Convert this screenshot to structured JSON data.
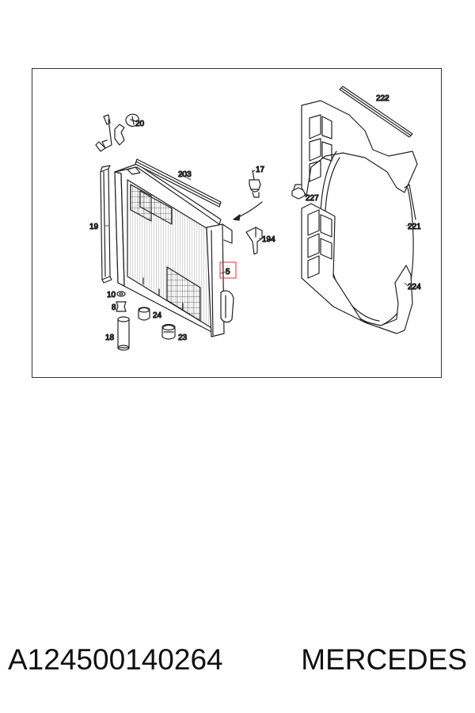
{
  "diagram": {
    "callouts": {
      "c20": "20",
      "c203": "203",
      "c17": "17",
      "c227": "227",
      "c222": "222",
      "c19": "19",
      "c194": "194",
      "c221": "221",
      "c5": "5",
      "c224": "224",
      "c10": "10",
      "c8": "8",
      "c24": "24",
      "c18": "18",
      "c23": "23"
    },
    "highlight_color": "#e03030"
  },
  "caption": {
    "part_number": "A124500140264",
    "brand": "MERCEDES"
  }
}
